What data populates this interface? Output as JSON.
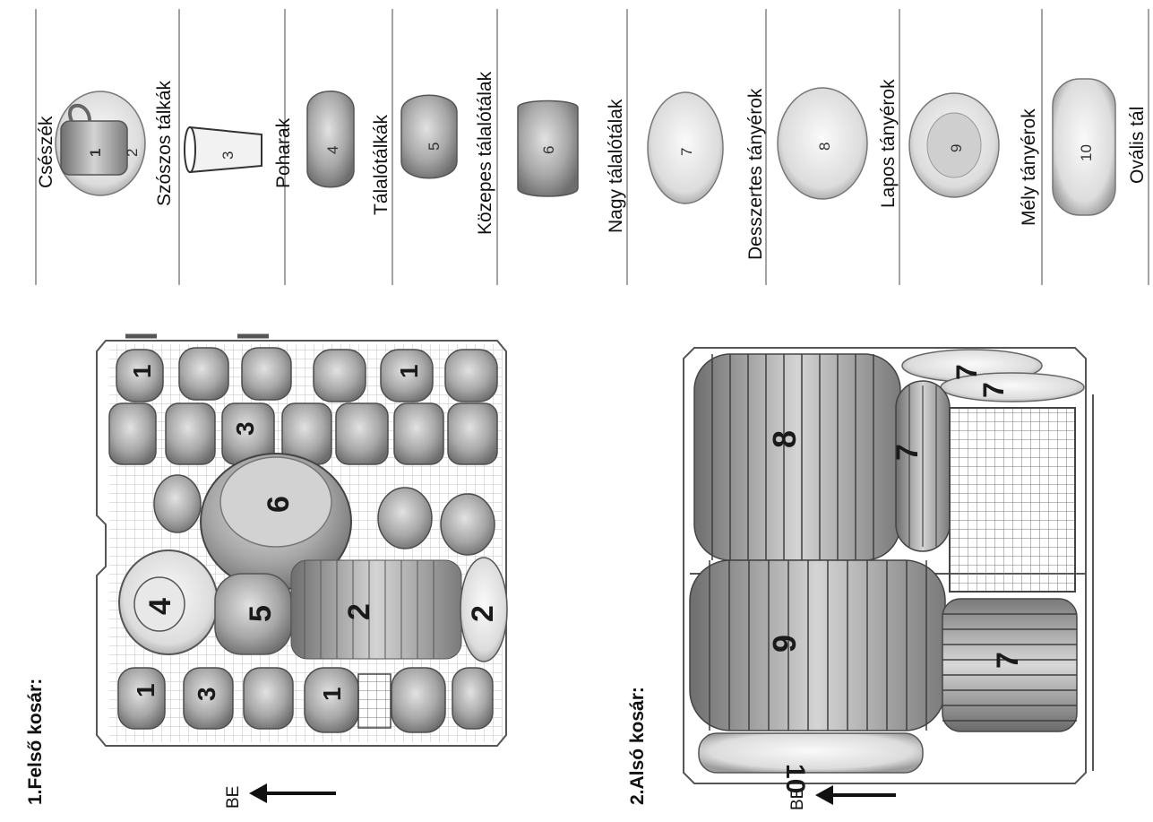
{
  "legend": {
    "items": [
      {
        "num": "1",
        "label": "Csészék"
      },
      {
        "num": "2",
        "label": "Szószos tálkák"
      },
      {
        "num": "3",
        "label": "Poharak"
      },
      {
        "num": "4",
        "label": "Tálalótálkák"
      },
      {
        "num": "5",
        "label": "Közepes tálalótálak"
      },
      {
        "num": "6",
        "label": "Nagy tálalótálak"
      },
      {
        "num": "7",
        "label": "Desszertes tányérok"
      },
      {
        "num": "8",
        "label": "Lapos tányérok"
      },
      {
        "num": "9",
        "label": "Mély tányérok"
      },
      {
        "num": "10",
        "label": "Ovális tál"
      }
    ]
  },
  "upper": {
    "title": "1.Felső kosár:",
    "direction": "BE",
    "markers": [
      "1",
      "1",
      "3",
      "6",
      "4",
      "5",
      "2",
      "2",
      "1",
      "3",
      "1"
    ]
  },
  "lower": {
    "title": "2.Alsó kosár:",
    "direction": "BE",
    "markers": [
      "7",
      "7",
      "8",
      "7",
      "9",
      "7",
      "10"
    ]
  },
  "colors": {
    "dish": "#9a9a9a",
    "dish_light": "#d6d6d6",
    "rack": "#555555",
    "text": "#111111"
  }
}
